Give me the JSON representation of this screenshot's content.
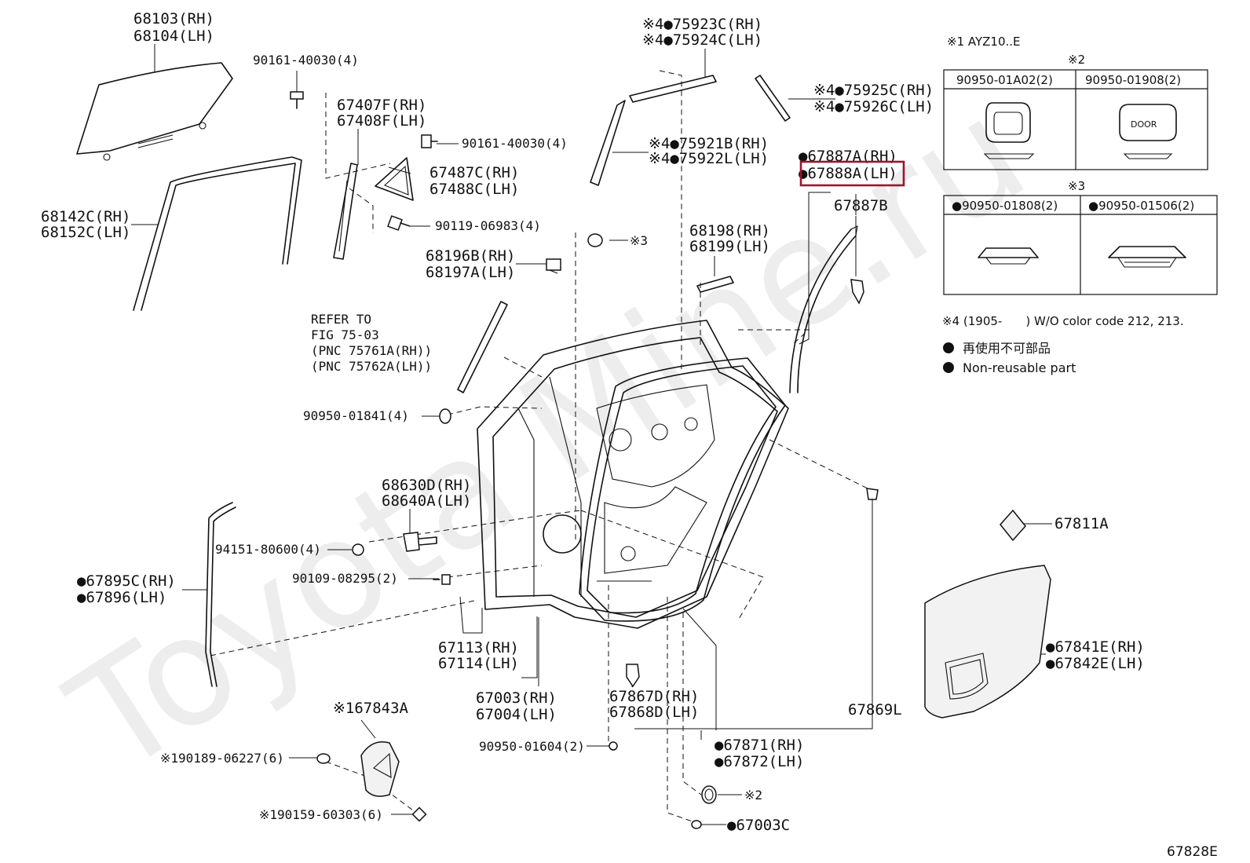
{
  "watermark": "Toyota Mine.ru",
  "figure_code": "67828E",
  "bullet": "●",
  "labels": {
    "p68103": "68103(RH)",
    "p68104": "68104(LH)",
    "p90161a": "90161-40030(4)",
    "p67407": "67407F(RH)",
    "p67408": "67408F(LH)",
    "p90161b": "90161-40030(4)",
    "p67487": "67487C(RH)",
    "p67488": "67488C(LH)",
    "p68142": "68142C(RH)",
    "p68152": "68152C(LH)",
    "p90119": "90119-06983(4)",
    "p75923": "※4●75923C(RH)",
    "p75924": "※4●75924C(LH)",
    "p75925": "※4●75925C(RH)",
    "p75926": "※4●75926C(LH)",
    "p75921": "※4●75921B(RH)",
    "p75922": "※4●75922L(LH)",
    "p67887a": "●67887A(RH)",
    "p67888a": "●67888A(LH)",
    "p67887b": "67887B",
    "p_x3a": "※3",
    "p68196": "68196B(RH)",
    "p68197": "68197A(LH)",
    "p68198": "68198(RH)",
    "p68199": "68199(LH)",
    "refer1": "REFER TO",
    "refer2": "FIG 75-03",
    "refer3": "(PNC 75761A(RH))",
    "refer4": "(PNC 75762A(LH))",
    "p90950_01841": "90950-01841(4)",
    "p68630": "68630D(RH)",
    "p68640": "68640A(LH)",
    "p94151": "94151-80600(4)",
    "p90109": "90109-08295(2)",
    "p67895": "●67895C(RH)",
    "p67896": "●67896(LH)",
    "p67113": "67113(RH)",
    "p67114": "67114(LH)",
    "p67003": "67003(RH)",
    "p67004": "67004(LH)",
    "p67867": "67867D(RH)",
    "p67868": "67868D(LH)",
    "p67869": "67869L",
    "p67811": "67811A",
    "p67841": "●67841E(RH)",
    "p67842": "●67842E(LH)",
    "p67843": "※167843A",
    "p90189": "※190189-06227(6)",
    "p90159": "※190159-60303(6)",
    "p90950_01604": "90950-01604(2)",
    "p67871": "●67871(RH)",
    "p67872": "●67872(LH)",
    "p_x2b": "※2",
    "p67003c": "●67003C"
  },
  "reference": {
    "x1": "※1 AYZ10..E",
    "x2": "※2",
    "x2_col1": "90950-01A02(2)",
    "x2_col2": "90950-01908(2)",
    "door_text": "DOOR",
    "x3": "※3",
    "x3_col1": "●90950-01808(2)",
    "x3_col2": "●90950-01506(2)",
    "x4_note": "※4 (1905-　　) W/O color code 212, 213.",
    "legend_jp": "再使用不可部品",
    "legend_en": "Non-reusable part"
  }
}
